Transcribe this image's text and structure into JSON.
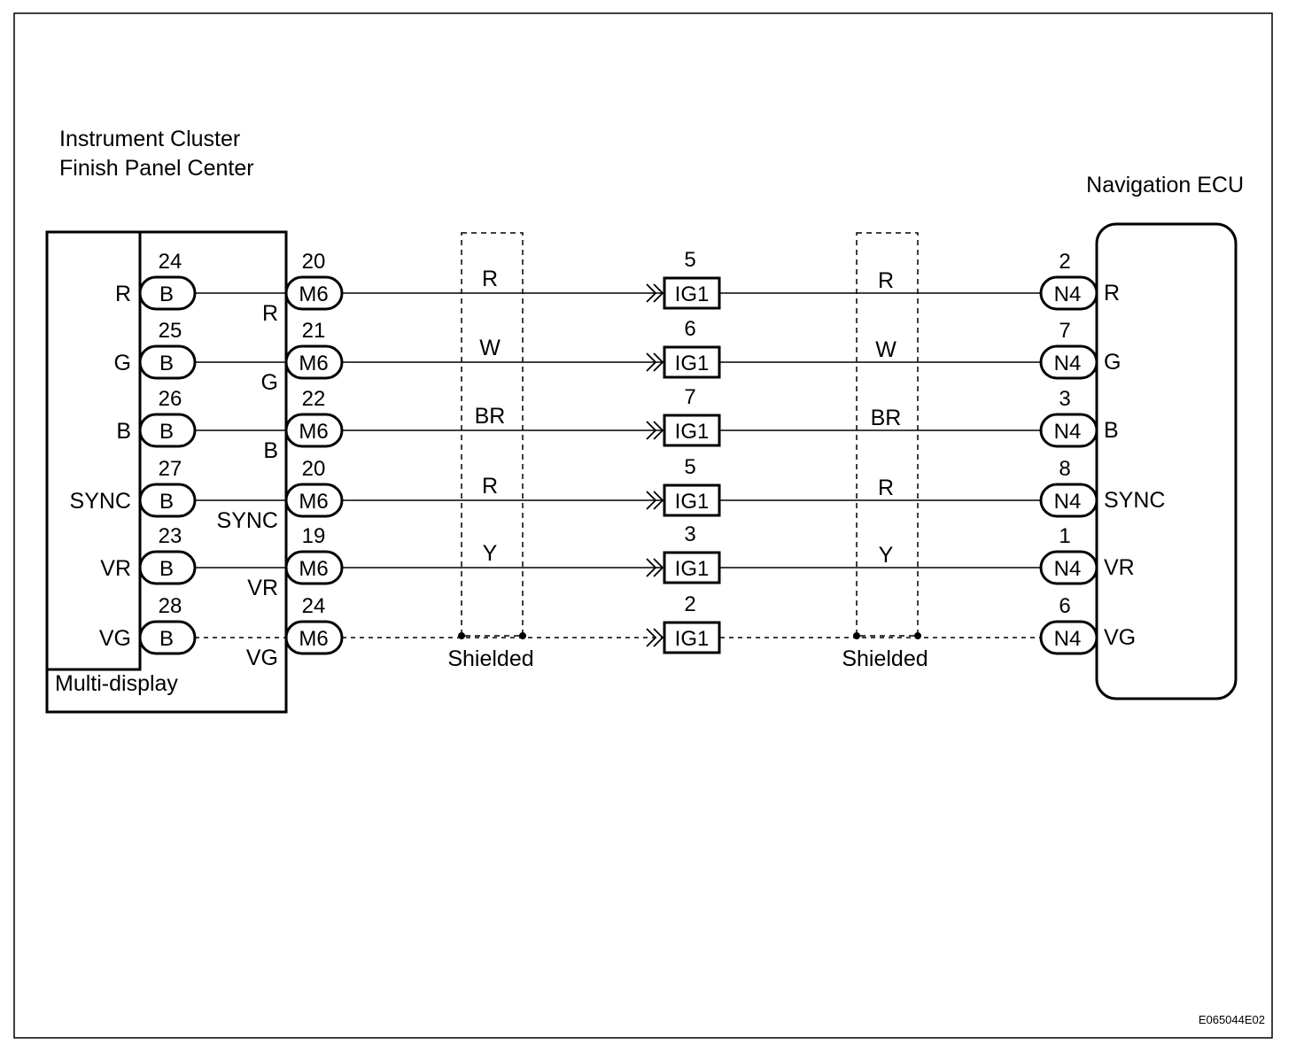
{
  "diagram": {
    "left_component_title_line1": "Instrument Cluster",
    "left_component_title_line2": "Finish Panel Center",
    "left_subcomponent_label": "Multi-display",
    "right_component_title": "Navigation ECU",
    "shield_label_left": "Shielded",
    "shield_label_right": "Shielded",
    "figure_code": "E065044E02",
    "connectors": {
      "multi_display": "B",
      "cluster_out": "M6",
      "junction": "IG1",
      "nav_ecu": "N4"
    },
    "rows": [
      {
        "signal": "R",
        "md_pin": "24",
        "panel_label": "R",
        "m6_pin": "20",
        "wire_left": "R",
        "ig1_pin": "5",
        "wire_right": "R",
        "n4_pin": "2",
        "ecu_label": "R",
        "shielded": false
      },
      {
        "signal": "G",
        "md_pin": "25",
        "panel_label": "G",
        "m6_pin": "21",
        "wire_left": "W",
        "ig1_pin": "6",
        "wire_right": "W",
        "n4_pin": "7",
        "ecu_label": "G",
        "shielded": false
      },
      {
        "signal": "B",
        "md_pin": "26",
        "panel_label": "B",
        "m6_pin": "22",
        "wire_left": "BR",
        "ig1_pin": "7",
        "wire_right": "BR",
        "n4_pin": "3",
        "ecu_label": "B",
        "shielded": false
      },
      {
        "signal": "SYNC",
        "md_pin": "27",
        "panel_label": "SYNC",
        "m6_pin": "20",
        "wire_left": "R",
        "ig1_pin": "5",
        "wire_right": "R",
        "n4_pin": "8",
        "ecu_label": "SYNC",
        "shielded": false
      },
      {
        "signal": "VR",
        "md_pin": "23",
        "panel_label": "VR",
        "m6_pin": "19",
        "wire_left": "Y",
        "ig1_pin": "3",
        "wire_right": "Y",
        "n4_pin": "1",
        "ecu_label": "VR",
        "shielded": false
      },
      {
        "signal": "VG",
        "md_pin": "28",
        "panel_label": "VG",
        "m6_pin": "24",
        "wire_left": "",
        "ig1_pin": "2",
        "wire_right": "",
        "n4_pin": "6",
        "ecu_label": "VG",
        "shielded": true
      }
    ]
  }
}
